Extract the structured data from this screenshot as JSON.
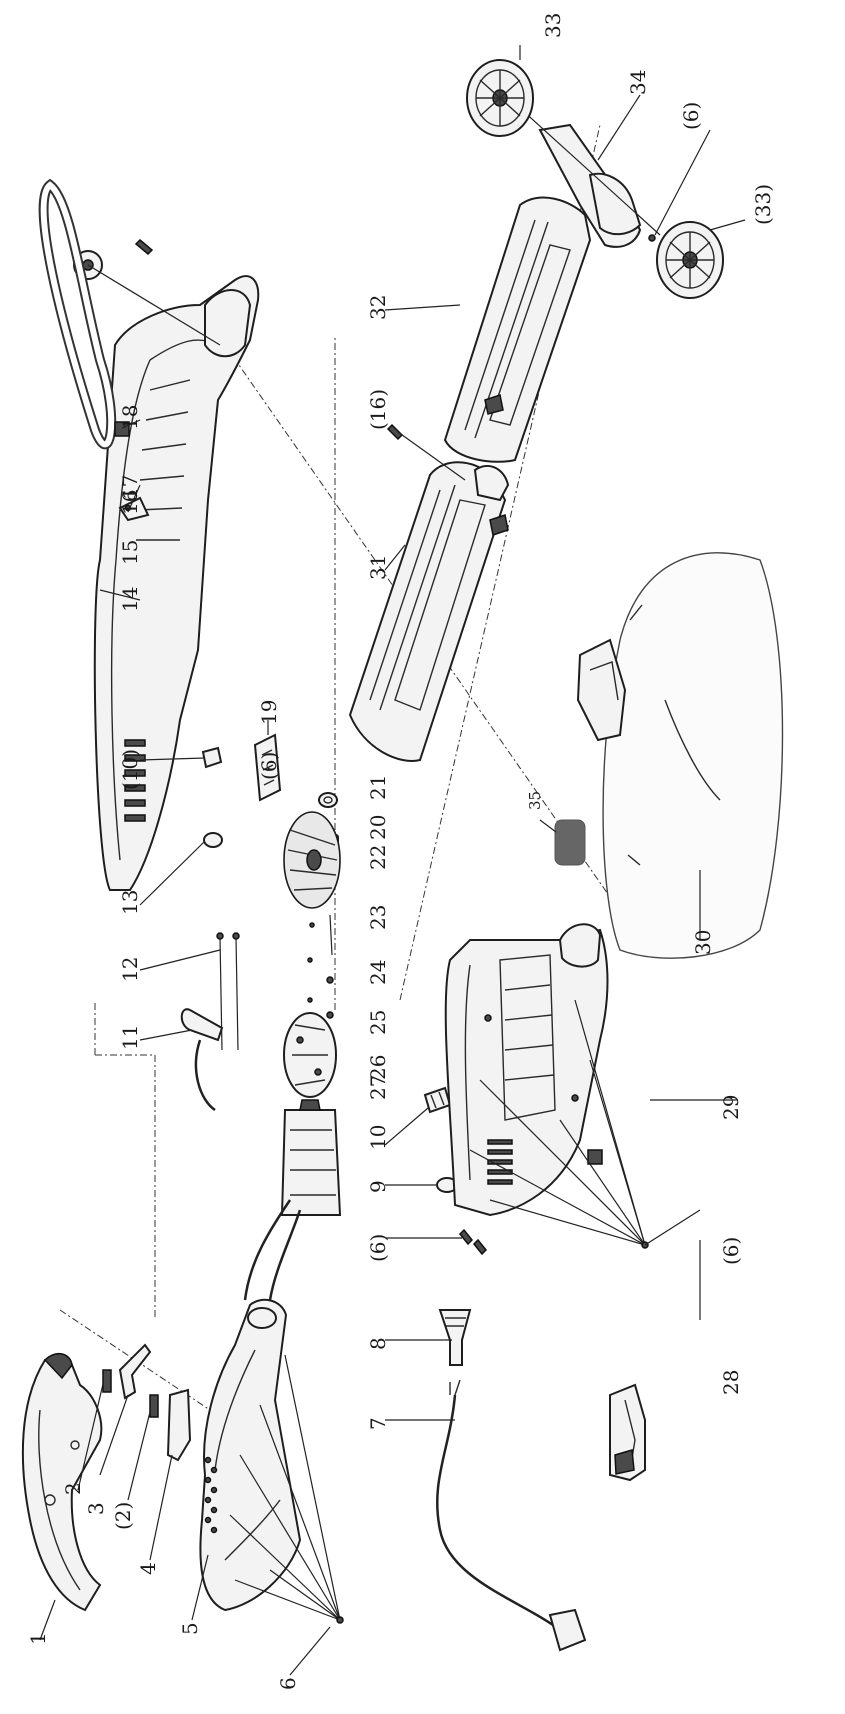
{
  "labels": {
    "l1": "1",
    "l2": "2",
    "l3": "3",
    "l2p": "(2)",
    "l4": "4",
    "l5": "5",
    "l6": "6",
    "l7": "7",
    "l8": "8",
    "l6p_a": "(6)",
    "l9": "9",
    "l10": "10",
    "l11": "11",
    "l12": "12",
    "l13": "13",
    "l10p": "(10)",
    "l14": "14",
    "l15": "15",
    "l16": "16",
    "l17": "17",
    "l18": "18",
    "l19": "19",
    "l6p_b": "(6)",
    "l20": "20",
    "l21": "21",
    "l22": "22",
    "l23": "23",
    "l24": "24",
    "l25": "25",
    "l26": "26",
    "l27": "27",
    "l28": "28",
    "l6p_c": "(6)",
    "l29": "29",
    "l30": "30",
    "l35": "35",
    "l31": "31",
    "l16p": "(16)",
    "l32": "32",
    "l33": "33",
    "l34": "34",
    "l6p_d": "(6)",
    "l33p": "(33)"
  },
  "colors": {
    "ink": "#1a1a1a",
    "fill": "#f3f3f3",
    "battery": "#666666"
  }
}
